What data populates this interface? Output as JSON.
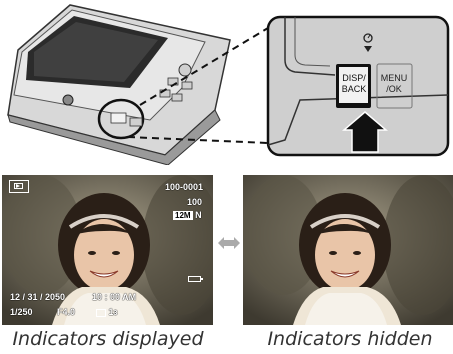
{
  "button": {
    "primary_line1": "DISP/",
    "primary_line2": "BACK",
    "secondary_line1": "MENU",
    "secondary_line2": "/OK"
  },
  "osd": {
    "frame_number": "100-0001",
    "iso": "100",
    "image_size": "12M",
    "quality": "N",
    "date": "12 / 31 / 2050",
    "time": "10 : 00  AM",
    "shutter": "1/250",
    "aperture": "F4.0",
    "exposure_comp": "1",
    "exposure_comp_fraction": "3"
  },
  "captions": {
    "displayed": "Indicators displayed",
    "hidden": "Indicators hidden"
  },
  "icons": [
    "playback-icon",
    "double-arrow-icon",
    "press-arrow-icon",
    "timer-icon",
    "battery-icon",
    "exposure-compensation-icon"
  ],
  "colors": {
    "highlight": "#cfcfcf",
    "button_box": "#111111"
  }
}
